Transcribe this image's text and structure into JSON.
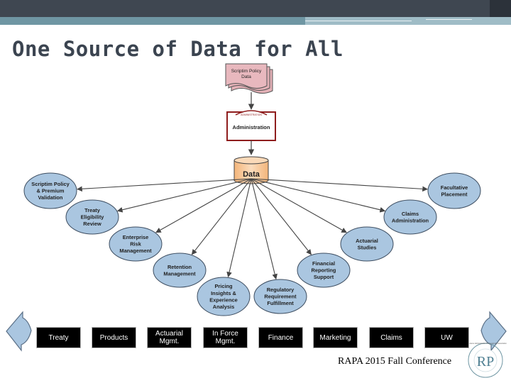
{
  "slide": {
    "title": "One Source of Data for All",
    "footer": "RAPA 2015 Fall Conference",
    "accent_color": "#6f96a3",
    "logo": {
      "letters": "RP",
      "ring_text": "Reinsurance Administration Professionals Association"
    }
  },
  "diagram": {
    "top_doc": "Scriptim Policy\nData",
    "admin_label": "Administration",
    "admin_seal_text": "ADMINISTRATION",
    "data_label": "Data",
    "fill_color": "#aac6e0",
    "arrow_color": "#444444",
    "nodes": [
      {
        "id": "validation",
        "text": "Scriptim Policy\n& Premium\nValidation"
      },
      {
        "id": "treaty-review",
        "text": "Treaty\nEligibility\nReview"
      },
      {
        "id": "erm",
        "text": "Enterprise\nRisk\nManagement"
      },
      {
        "id": "retention",
        "text": "Retention\nManagement"
      },
      {
        "id": "pricing",
        "text": "Pricing\nInsights &\nExperience\nAnalysis"
      },
      {
        "id": "regulatory",
        "text": "Regulatory\nRequirement\nFulfillment"
      },
      {
        "id": "financial",
        "text": "Financial\nReporting\nSupport"
      },
      {
        "id": "actuarial",
        "text": "Actuarial\nStudies"
      },
      {
        "id": "claims-admin",
        "text": "Claims\nAdministration"
      },
      {
        "id": "facultative",
        "text": "Facultative\nPlacement"
      }
    ]
  },
  "bottom_buttons": [
    {
      "id": "treaty",
      "label": "Treaty"
    },
    {
      "id": "products",
      "label": "Products"
    },
    {
      "id": "actuarial-mgmt",
      "label": "Actuarial\nMgmt."
    },
    {
      "id": "in-force-mgmt",
      "label": "In Force\nMgmt."
    },
    {
      "id": "finance",
      "label": "Finance"
    },
    {
      "id": "marketing",
      "label": "Marketing"
    },
    {
      "id": "claims",
      "label": "Claims"
    },
    {
      "id": "uw",
      "label": "UW"
    }
  ],
  "side_arrows": [
    {
      "id": "left",
      "icon": "curved-arrow-left-icon"
    },
    {
      "id": "right",
      "icon": "curved-arrow-right-icon"
    }
  ]
}
